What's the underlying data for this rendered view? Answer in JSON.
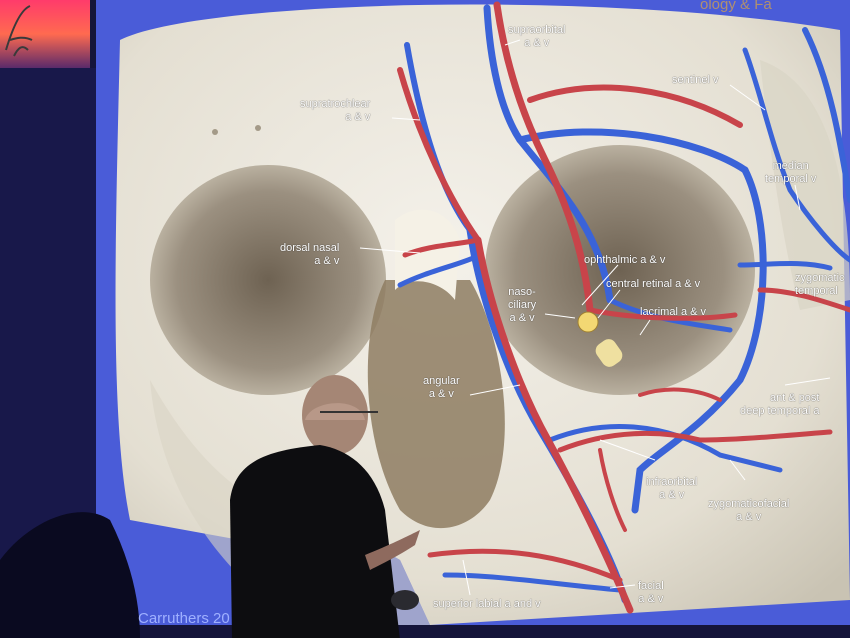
{
  "slide": {
    "header": "ology & Fa",
    "credit": "Carruthers 20"
  },
  "labels": {
    "supraorbital": [
      "supraorbital",
      "a & v"
    ],
    "sentinel": [
      "sentinel v"
    ],
    "supratrochlear": [
      "supratrochlear",
      "a & v"
    ],
    "median_temporal": [
      "median",
      "temporal v"
    ],
    "dorsal_nasal": [
      "dorsal nasal",
      "a & v"
    ],
    "ophthalmic": [
      "ophthalmic a & v"
    ],
    "central_retinal": [
      "central retinal a & v"
    ],
    "nasociliary": [
      "naso-",
      "ciliary",
      "a & v"
    ],
    "lacrimal": [
      "lacrimal a & v"
    ],
    "zygomatic_temporal": [
      "zygomatic",
      "temporal"
    ],
    "angular": [
      "angular",
      "a & v"
    ],
    "deep_temporal": [
      "ant & post",
      "deep temporal a"
    ],
    "infraorbital": [
      "infraorbital",
      "a & v"
    ],
    "zygomaticofacial": [
      "zygomaticofacial",
      "a & v"
    ],
    "superior_labial": [
      "superior labial a and v"
    ],
    "facial": [
      "facial",
      "a & v"
    ]
  },
  "colors": {
    "artery": "#c8444a",
    "vein": "#3a63d8",
    "bone": "#ebe7dc",
    "background": "#15153a"
  }
}
